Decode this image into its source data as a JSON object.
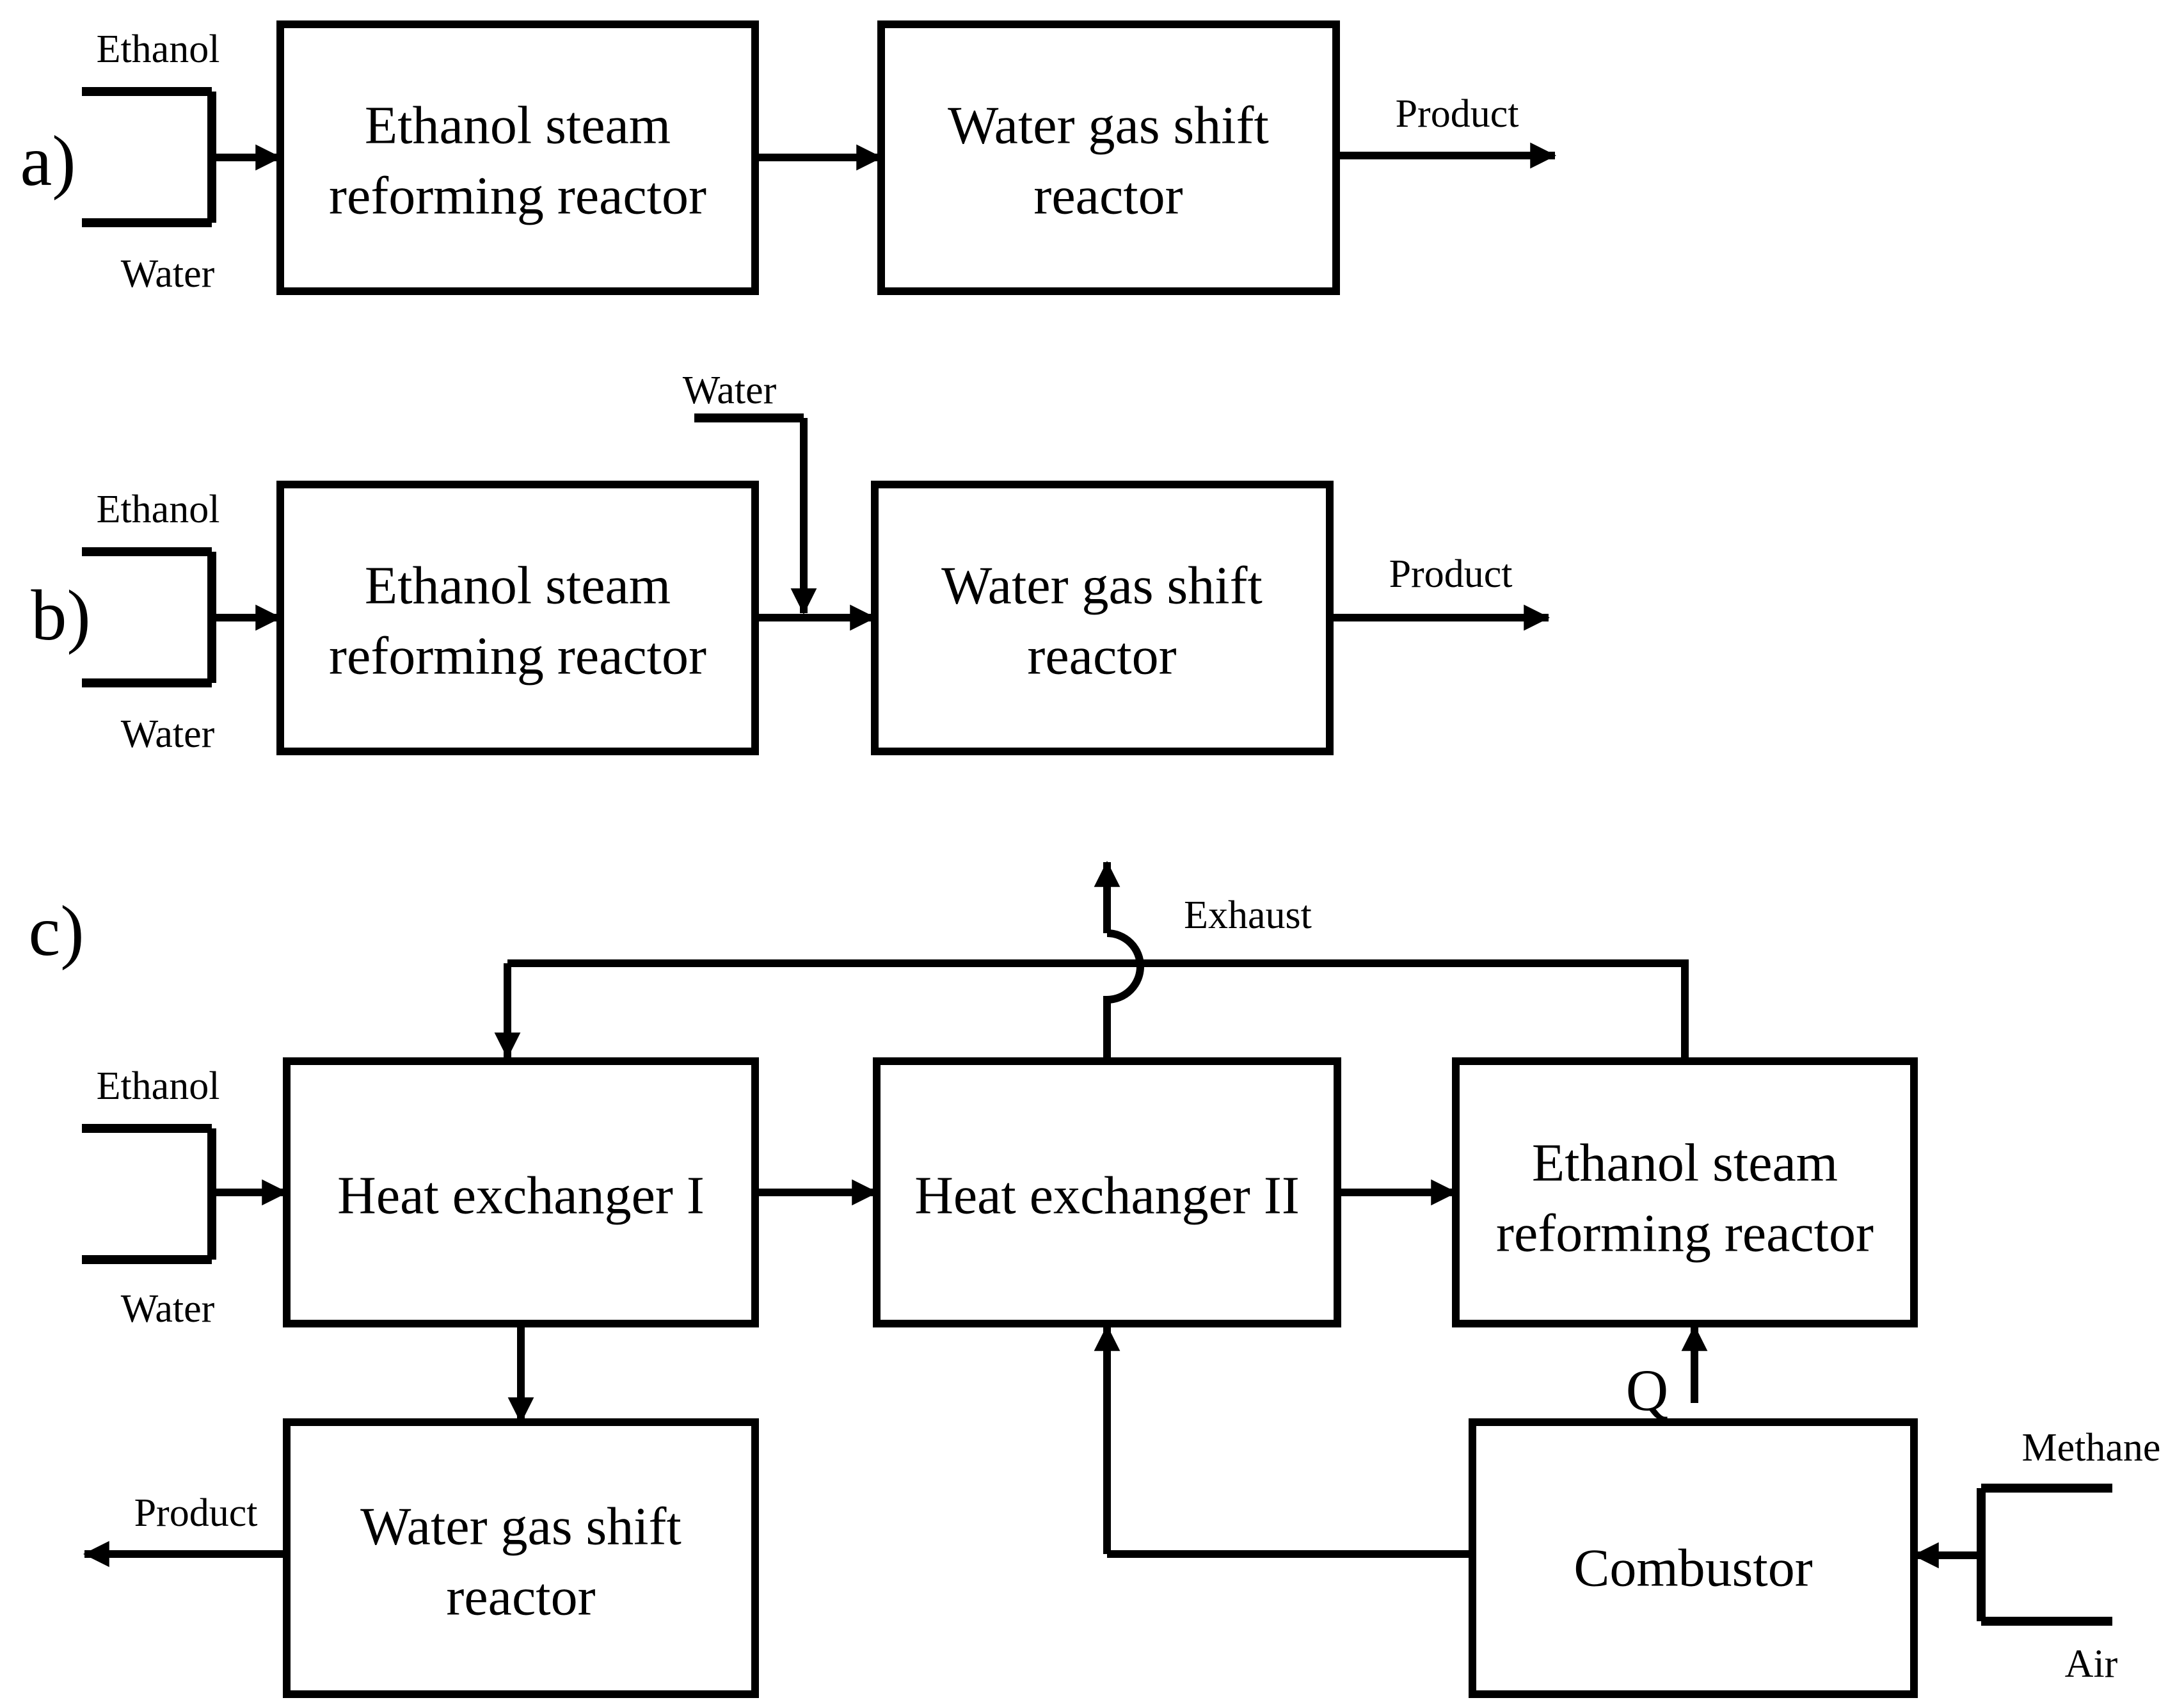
{
  "title": "Ethanol steam reforming process configurations",
  "colors": {
    "ink": "#000000",
    "background": "#ffffff"
  },
  "a": {
    "label": "a)",
    "ethanol": "Ethanol",
    "water": "Water",
    "reformer_line1": "Ethanol steam",
    "reformer_line2": "reforming reactor",
    "wgs_line1": "Water gas shift",
    "wgs_line2": "reactor",
    "product": "Product"
  },
  "b": {
    "label": "b)",
    "ethanol": "Ethanol",
    "water": "Water",
    "water_injection": "Water",
    "reformer_line1": "Ethanol steam",
    "reformer_line2": "reforming reactor",
    "wgs_line1": "Water gas shift",
    "wgs_line2": "reactor",
    "product": "Product"
  },
  "c": {
    "label": "c)",
    "ethanol": "Ethanol",
    "water": "Water",
    "hx1": "Heat exchanger I",
    "hx2": "Heat exchanger II",
    "reformer_line1": "Ethanol steam",
    "reformer_line2": "reforming reactor",
    "wgs_line1": "Water gas shift",
    "wgs_line2": "reactor",
    "combustor": "Combustor",
    "product": "Product",
    "exhaust": "Exhaust",
    "q": "Q",
    "methane": "Methane",
    "air": "Air"
  }
}
